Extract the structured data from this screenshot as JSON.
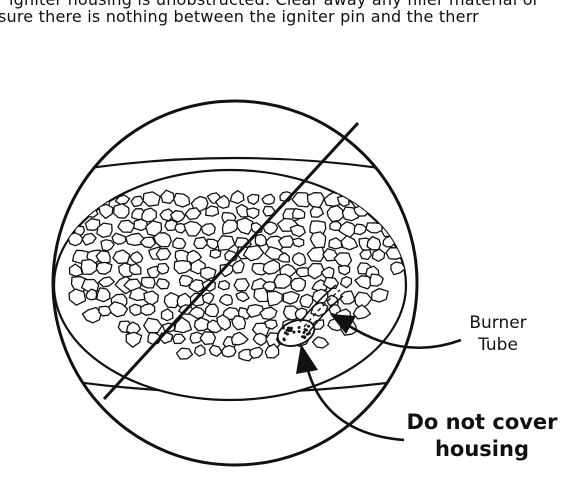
{
  "instructions": {
    "line1": "igniter housing is unobstructed. Clear away any filler material or",
    "line2": "sure there is nothing between the igniter pin and the therr"
  },
  "callouts": {
    "burner_tube_line1": "Burner",
    "burner_tube_line2": "Tube",
    "housing_line1": "Do not cover",
    "housing_line2": "housing"
  },
  "colors": {
    "ink": "#111111",
    "paper": "#ffffff"
  },
  "icons": {
    "prohibition": "prohibition-slash-icon"
  }
}
